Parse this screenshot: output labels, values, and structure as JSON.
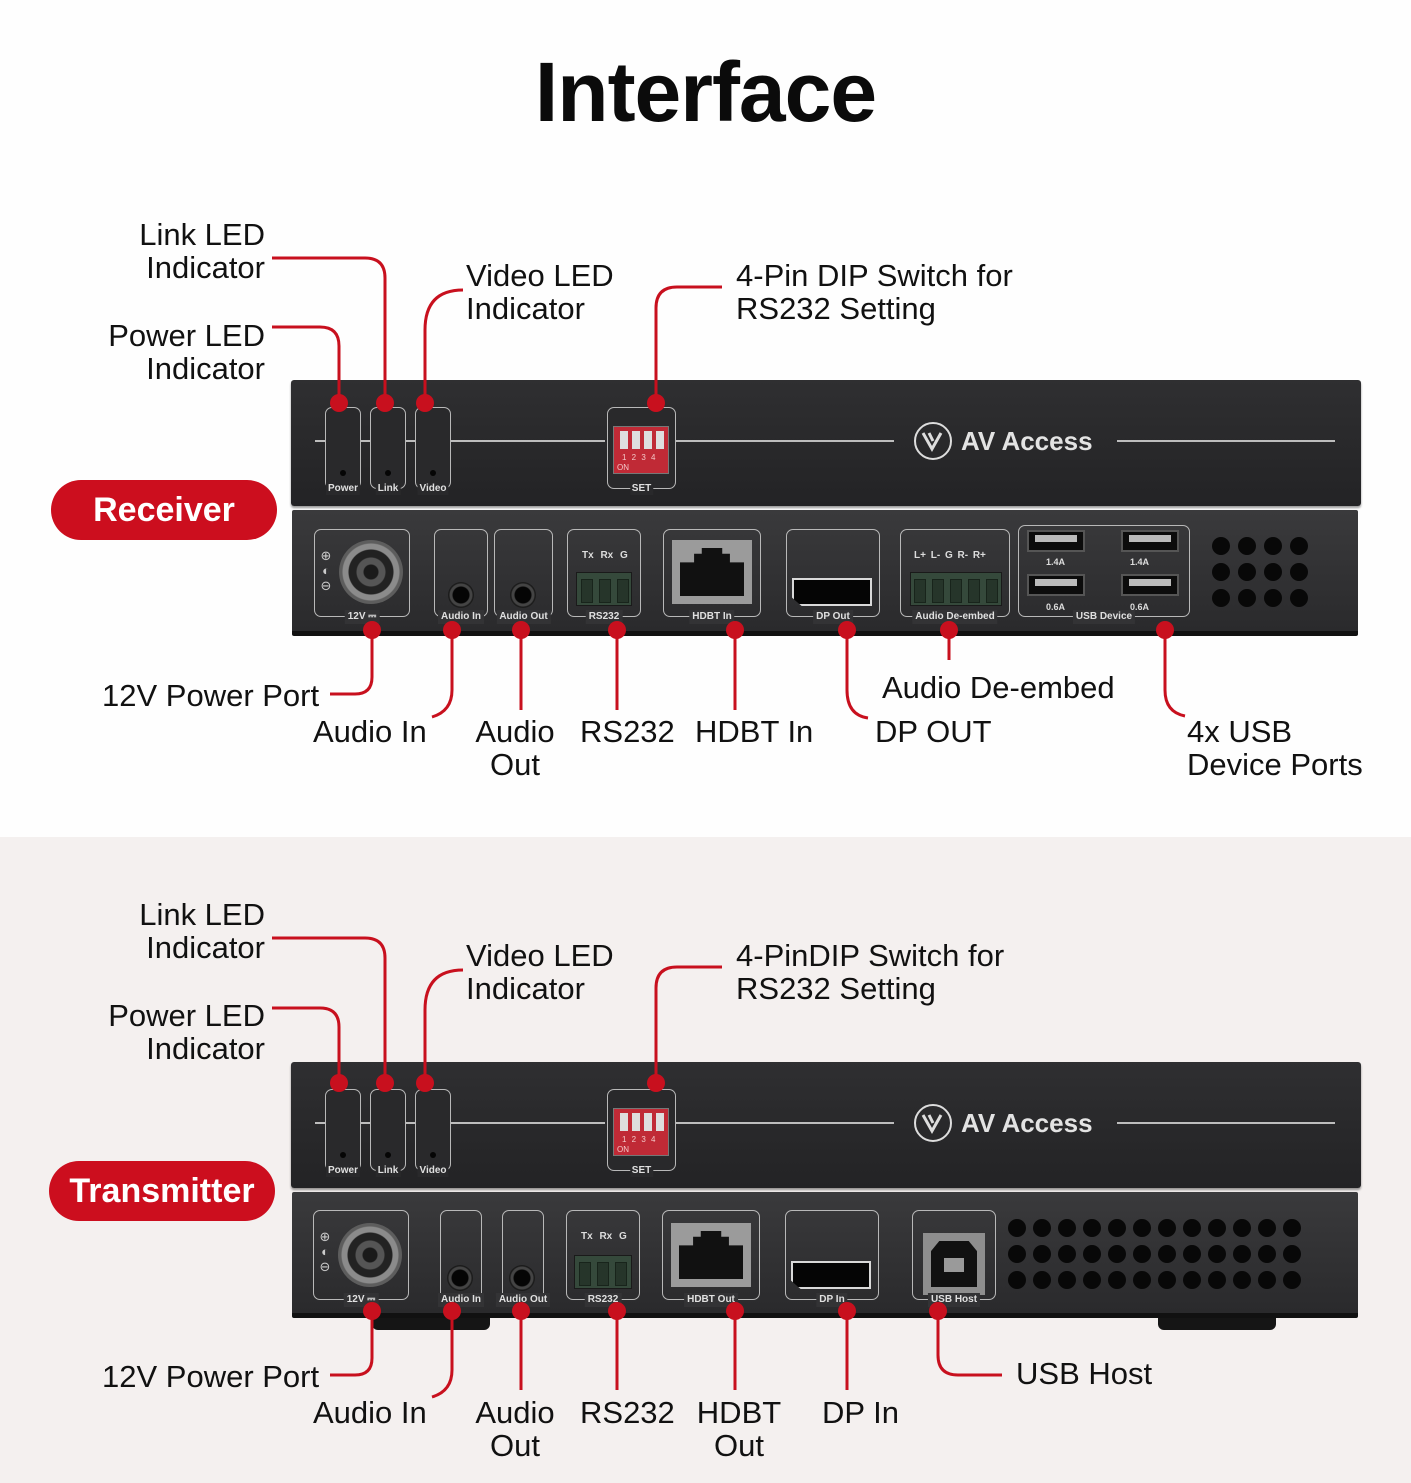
{
  "page": {
    "title": "Interface"
  },
  "colors": {
    "accent_red": "#cc0e1e",
    "leader_red": "#c8101e",
    "device_body": "#2b2b2d",
    "top_background": "#fefefe",
    "bottom_background": "#f4f0ef"
  },
  "brand": {
    "logo_icon": "av-access-logo-icon",
    "logo_glyph": "V",
    "name": "AV Access"
  },
  "receiver": {
    "badge": "Receiver",
    "front_panel": {
      "led_captions": [
        "Power",
        "Link",
        "Video"
      ],
      "dip": {
        "caption": "SET",
        "numbers": "1 2 3 4",
        "on_label": "ON"
      }
    },
    "rear_panel": {
      "power_caption": "12V ⎓",
      "audio_in_caption": "Audio In",
      "audio_out_caption": "Audio Out",
      "rs232_pins": "Tx Rx G",
      "rs232_caption": "RS232",
      "hdbt_caption": "HDBT In",
      "dp_caption": "DP Out",
      "deembed_pins": "L+ L- G R- R+",
      "deembed_caption": "Audio De-embed",
      "usb_caption": "USB Device",
      "usb_currents": [
        "1.4A",
        "1.4A",
        "0.6A",
        "0.6A"
      ]
    },
    "callouts": {
      "link_led": [
        "Link LED",
        "Indicator"
      ],
      "power_led": [
        "Power LED",
        "Indicator"
      ],
      "video_led": [
        "Video LED",
        "Indicator"
      ],
      "dip_switch": [
        "4-Pin DIP Switch for",
        "RS232 Setting"
      ],
      "power_port": "12V Power Port",
      "audio_in": "Audio In",
      "audio_out": [
        "Audio",
        "Out"
      ],
      "rs232": "RS232",
      "hdbt": "HDBT In",
      "dp": "DP OUT",
      "audio_deembed": "Audio De-embed",
      "usb": [
        "4x USB",
        "Device Ports"
      ]
    }
  },
  "transmitter": {
    "badge": "Transmitter",
    "front_panel": {
      "led_captions": [
        "Power",
        "Link",
        "Video"
      ],
      "dip": {
        "caption": "SET",
        "numbers": "1 2 3 4",
        "on_label": "ON"
      }
    },
    "rear_panel": {
      "power_caption": "12V ⎓",
      "audio_in_caption": "Audio In",
      "audio_out_caption": "Audio Out",
      "rs232_pins": "Tx Rx G",
      "rs232_caption": "RS232",
      "hdbt_caption": "HDBT Out",
      "dp_caption": "DP In",
      "usb_caption": "USB Host"
    },
    "callouts": {
      "link_led": [
        "Link LED",
        "Indicator"
      ],
      "power_led": [
        "Power LED",
        "Indicator"
      ],
      "video_led": [
        "Video LED",
        "Indicator"
      ],
      "dip_switch": [
        "4-PinDIP Switch for",
        "RS232 Setting"
      ],
      "power_port": "12V Power Port",
      "audio_in": "Audio In",
      "audio_out": [
        "Audio",
        "Out"
      ],
      "rs232": "RS232",
      "hdbt": [
        "HDBT",
        "Out"
      ],
      "dp": "DP In",
      "usb_host": "USB Host"
    }
  }
}
